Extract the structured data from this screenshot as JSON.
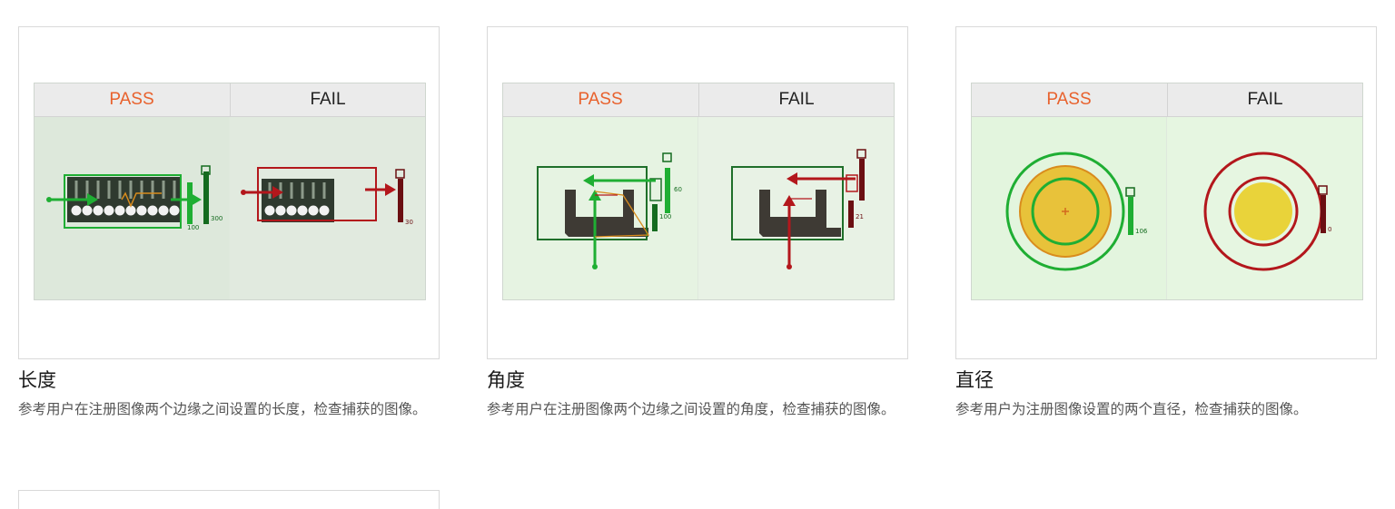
{
  "labels": {
    "pass": "PASS",
    "fail": "FAIL"
  },
  "cards": [
    {
      "title": "长度",
      "desc": "参考用户在注册图像两个边缘之间设置的长度，检查捕获的图像。",
      "readouts": {
        "pass": "100",
        "pass_top": "300",
        "fail": "30"
      }
    },
    {
      "title": "角度",
      "desc": "参考用户在注册图像两个边缘之间设置的角度，检查捕获的图像。",
      "readouts": {
        "pass": "100",
        "pass_top": "60",
        "fail": "21"
      }
    },
    {
      "title": "直径",
      "desc": "参考用户为注册图像设置的两个直径，检查捕获的图像。",
      "readouts": {
        "pass": "106",
        "fail": "0"
      }
    }
  ],
  "colors": {
    "pass": "#1fae33",
    "fail": "#b3171c",
    "pass_label": "#e8612c"
  }
}
